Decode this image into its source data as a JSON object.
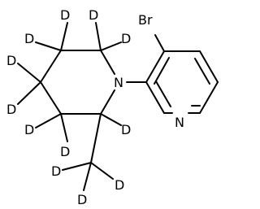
{
  "labels": {
    "d_c2_a": "D",
    "d_c2_b": "D",
    "d_c3_a": "D",
    "d_c3_b": "D",
    "d_c4_a": "D",
    "d_c4_b": "D",
    "d_c5_a": "D",
    "d_c5_b": "D",
    "d_c6": "D",
    "d_me_a": "D",
    "d_me_b": "D",
    "d_me_c": "D",
    "n_pip": "N",
    "n_pyr": "N",
    "br": "Br"
  }
}
